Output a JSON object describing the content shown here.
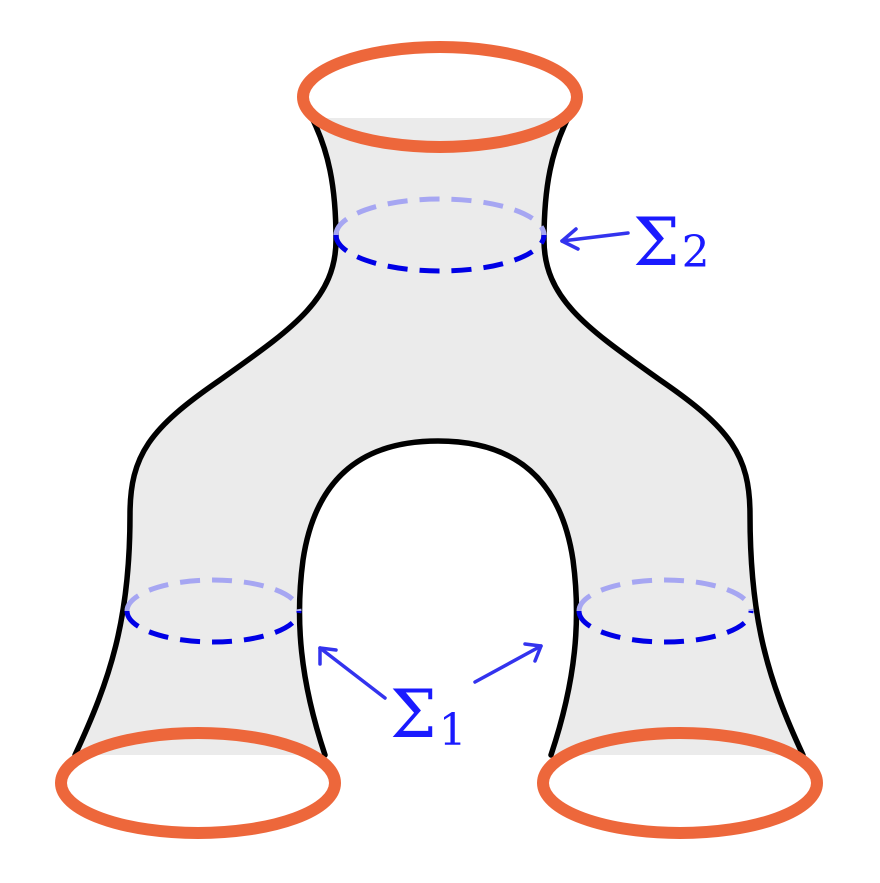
{
  "colors": {
    "surface_fill": "#ebebeb",
    "outline": "#000000",
    "boundary_circle": "#ed673b",
    "slice_front": "#0000e6",
    "slice_back": "#a6a6f2",
    "label": "#1a1aff",
    "arrow": "#3333ee"
  },
  "labels": {
    "sigma2": {
      "symbol": "Σ",
      "subscript": "2"
    },
    "sigma1": {
      "symbol": "Σ",
      "subscript": "1"
    }
  }
}
